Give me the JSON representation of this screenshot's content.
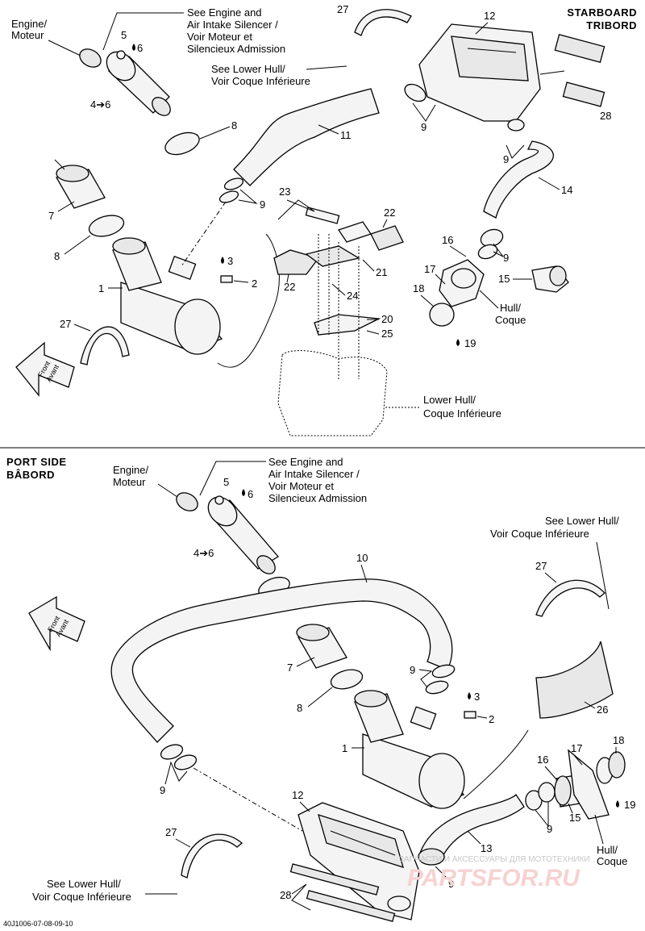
{
  "top": {
    "header": [
      "STARBOARD",
      "TRIBORD"
    ],
    "engine": [
      "Engine/",
      "Moteur"
    ],
    "see_engine": [
      "See Engine and",
      "Air Intake Silencer /",
      "Voir Moteur et",
      "Silencieux Admission"
    ],
    "see_lower_hull": [
      "See Lower Hull/",
      "Voir Coque Inférieure"
    ],
    "hull": [
      "Hull/",
      "Coque"
    ],
    "lower_hull": [
      "Lower Hull/",
      "Coque Inférieure"
    ],
    "front": [
      "Front",
      "Avant"
    ],
    "callouts": {
      "c27": "27",
      "c12": "12",
      "c5": "5",
      "c6": "6",
      "c46": "4➔6",
      "c8a": "8",
      "c11": "11",
      "c9a": "9",
      "c9b": "9",
      "c28": "28",
      "c14": "14",
      "c7": "7",
      "c8b": "8",
      "c23": "23",
      "c22a": "22",
      "c9c": "9",
      "c16": "16",
      "c9d": "9",
      "c3": "3",
      "c2": "2",
      "c21": "21",
      "c22b": "22",
      "c17": "17",
      "c15": "15",
      "c1": "1",
      "c24": "24",
      "c18": "18",
      "c27b": "27",
      "c20": "20",
      "c25": "25",
      "c19": "19"
    }
  },
  "bottom": {
    "header": [
      "PORT SIDE",
      "BÂBORD"
    ],
    "engine": [
      "Engine/",
      "Moteur"
    ],
    "see_engine": [
      "See Engine and",
      "Air Intake Silencer /",
      "Voir Moteur et",
      "Silencieux Admission"
    ],
    "see_lower_hull_right": [
      "See Lower Hull/",
      "Voir Coque Inférieure"
    ],
    "see_lower_hull_left": [
      "See Lower Hull/",
      "Voir Coque Inférieure"
    ],
    "hull": [
      "Hull/",
      "Coque"
    ],
    "front": [
      "Front",
      "Avant"
    ],
    "callouts": {
      "c5": "5",
      "c6": "6",
      "c46": "4➔6",
      "c10": "10",
      "c27a": "27",
      "c8a": "8",
      "c7": "7",
      "c9a": "9",
      "c26": "26",
      "c8b": "8",
      "c3": "3",
      "c2": "2",
      "c1": "1",
      "c17": "17",
      "c18": "18",
      "c9b": "9",
      "c16": "16",
      "c19": "19",
      "c12": "12",
      "c15": "15",
      "c9c": "9",
      "c27b": "27",
      "c13": "13",
      "c9d": "9",
      "c28": "28"
    }
  },
  "footer_code": "40J1006-07-08-09-10",
  "watermark": {
    "small": "ЗАПЧАСТИ И АКСЕССУАРЫ ДЛЯ МОТОТЕХНИКИ",
    "big": "PARTSFOR.RU"
  },
  "colors": {
    "line": "#000000",
    "background": "#ffffff",
    "watermark": "#f0b8b8"
  }
}
